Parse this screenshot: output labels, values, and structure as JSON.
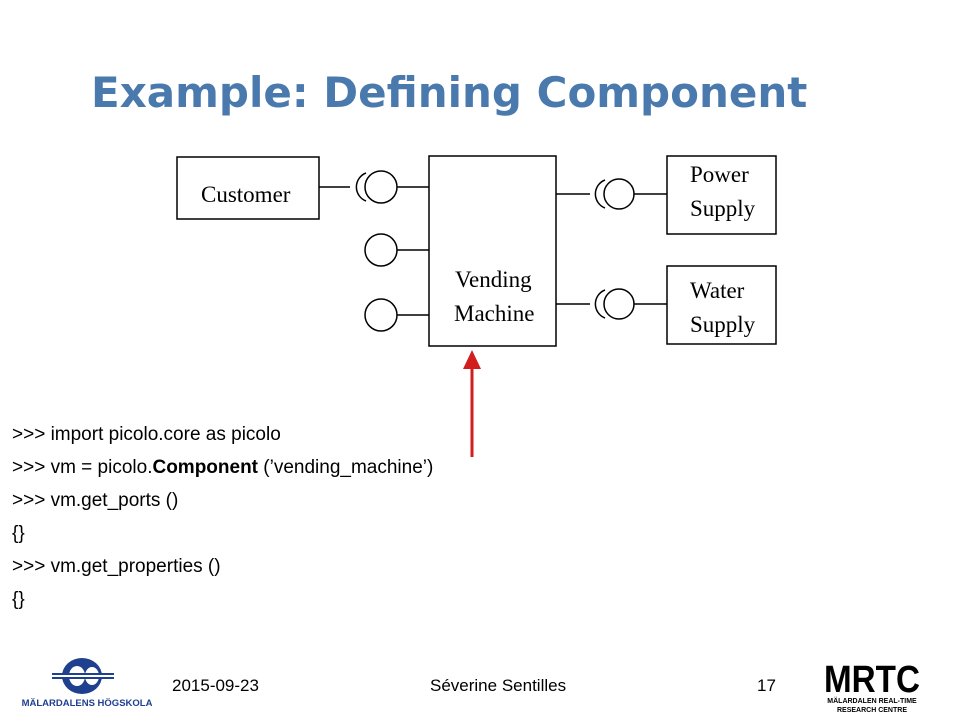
{
  "slide": {
    "title": "Example: Defining Component",
    "diagram": {
      "customer": "Customer",
      "vending_line1": "Vending",
      "vending_line2": "Machine",
      "power_line1": "Power",
      "power_line2": "Supply",
      "water_line1": "Water",
      "water_line2": "Supply"
    },
    "code": {
      "line1": ">>> import picolo.core as picolo",
      "line2_prefix": ">>> vm = picolo.",
      "line2_bold": "Component",
      "line2_suffix": " (’vending_machine’)",
      "line3": ">>> vm.get_ports ()",
      "line4": "{}",
      "line5": ">>> vm.get_properties ()",
      "line6": "{}"
    },
    "footer": {
      "date": "2015-09-23",
      "author": "Séverine Sentilles",
      "page": "17",
      "left_logo_text": "MÄLARDALENS HÖGSKOLA",
      "right_logo_text": "MRTC",
      "right_logo_sub1": "MÄLARDALEN REAL-TIME",
      "right_logo_sub2": "RESEARCH CENTRE"
    },
    "colors": {
      "title": "#4a7aad",
      "arrow": "#d11e1e",
      "logo_blue": "#1f3f8f"
    }
  }
}
